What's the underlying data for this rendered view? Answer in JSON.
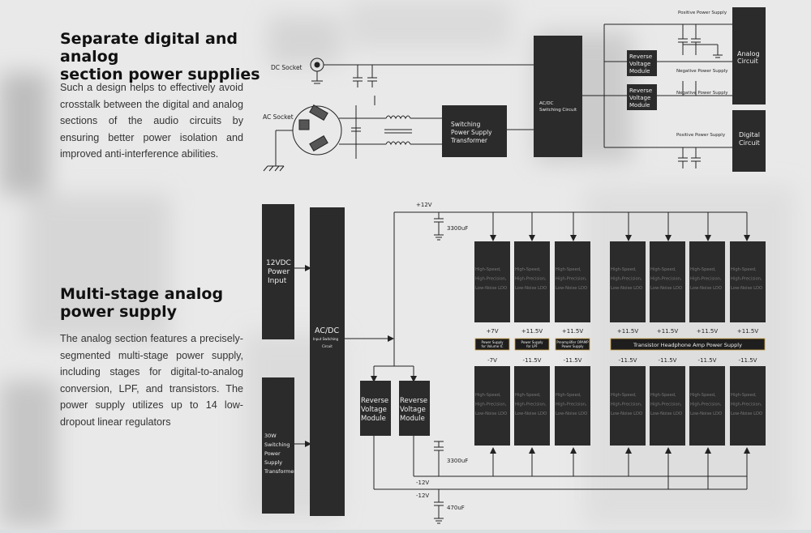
{
  "section1": {
    "heading_line1": "Separate digital and analog",
    "heading_line2": "section power supplies",
    "paragraph": "Such a design helps to effectively avoid crosstalk between the digital and analog sections of the audio circuits by ensuring better power isolation and improved anti-interference abilities."
  },
  "section2": {
    "heading_line1": "Multi-stage analog",
    "heading_line2": "power supply",
    "paragraph": "The analog section features a precisely-segmented multi-stage power supply, including stages for digital-to-analog conversion, LPF, and transistors. The power supply utilizes up to 14 low-dropout linear regulators"
  },
  "diagram1": {
    "dc_socket": "DC Socket",
    "ac_socket": "AC Socket",
    "transformer": [
      "Switching",
      "Power Supply",
      "Transformer"
    ],
    "acdc": [
      "AC/DC",
      "Switching Circuit"
    ],
    "reverse_module": [
      "Reverse",
      "Voltage",
      "Module"
    ],
    "positive_power": "Positive Power Supply",
    "negative_power": "Negative Power Supply",
    "positive_power_2": "Positive Power Supply",
    "analog_circuit": [
      "Analog",
      "Circuit"
    ],
    "digital_circuit": [
      "Digital",
      "Circuit"
    ]
  },
  "diagram2": {
    "input_12vdc": [
      "12VDC",
      "Power",
      "Input"
    ],
    "transformer_30w": [
      "30W",
      "Switching",
      "Power",
      "Supply",
      "Transformer"
    ],
    "acdc": "AC/DC",
    "acdc_sub": [
      "Input Switching",
      "Circuit"
    ],
    "plus12v": "+12V",
    "minus12v_a": "-12V",
    "minus12v_b": "-12V",
    "cap1": "3300uF",
    "cap2": "3300uF",
    "cap3": "470uF",
    "reverse_module": [
      "Reverse",
      "Voltage",
      "Module"
    ],
    "ldo_lines": [
      "High-Speed,",
      "High-Precision,",
      "Low-Noise LDO"
    ],
    "top_voltages": [
      "+7V",
      "+11.5V",
      "+11.5V",
      "+11.5V",
      "+11.5V",
      "+11.5V",
      "+11.5V"
    ],
    "bottom_voltages": [
      "-7V",
      "-11.5V",
      "-11.5V",
      "-11.5V",
      "-11.5V",
      "-11.5V",
      "-11.5V"
    ],
    "stage_labels": [
      [
        "Power Supply",
        "for Volume IC"
      ],
      [
        "Power Supply",
        "for LPF"
      ],
      [
        "Preamplifier OPAMP",
        "Power Supply"
      ]
    ],
    "transistor_label": "Transistor Headphone Amp Power Supply"
  }
}
